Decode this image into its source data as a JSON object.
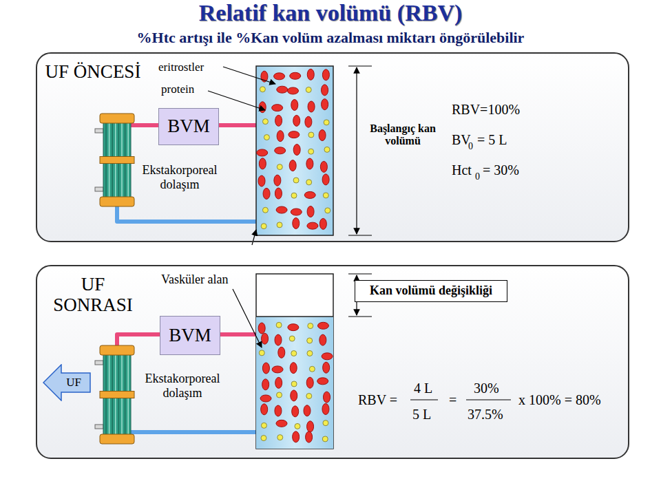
{
  "diagram": {
    "title": "Relatif kan volümü (RBV)",
    "nodes": [
      {
        "text": [
          "UF ÖNCESİ"
        ]
      },
      {
        "text": [
          "BVM"
        ],
        "in": 0
      },
      {
        "text": [
          "UF SONRASI"
        ]
      },
      {
        "text": [
          "BVM"
        ],
        "in": 2
      },
      {
        "text": [
          "Kan volümü değişikliği"
        ],
        "in": 2
      },
      {
        "text": [
          "UF"
        ],
        "in": 2
      }
    ],
    "labels": [
      "%Htc artışı ile %Kan volüm azalması miktarı öngörülebilir",
      "eritrostler",
      "protein",
      "Ekstakorporeal dolaşım",
      "Başlangıç kan volümü",
      "RBV=100%",
      "BV",
      "0",
      "= 5 L",
      "Hct",
      "0",
      "= 30%",
      "Vasküler alan",
      "Ekstakorporeal dolaşım",
      "RBV =",
      "4 L",
      "5 L",
      "=",
      "30%",
      "37.5%",
      "x 100% = 80%"
    ]
  }
}
